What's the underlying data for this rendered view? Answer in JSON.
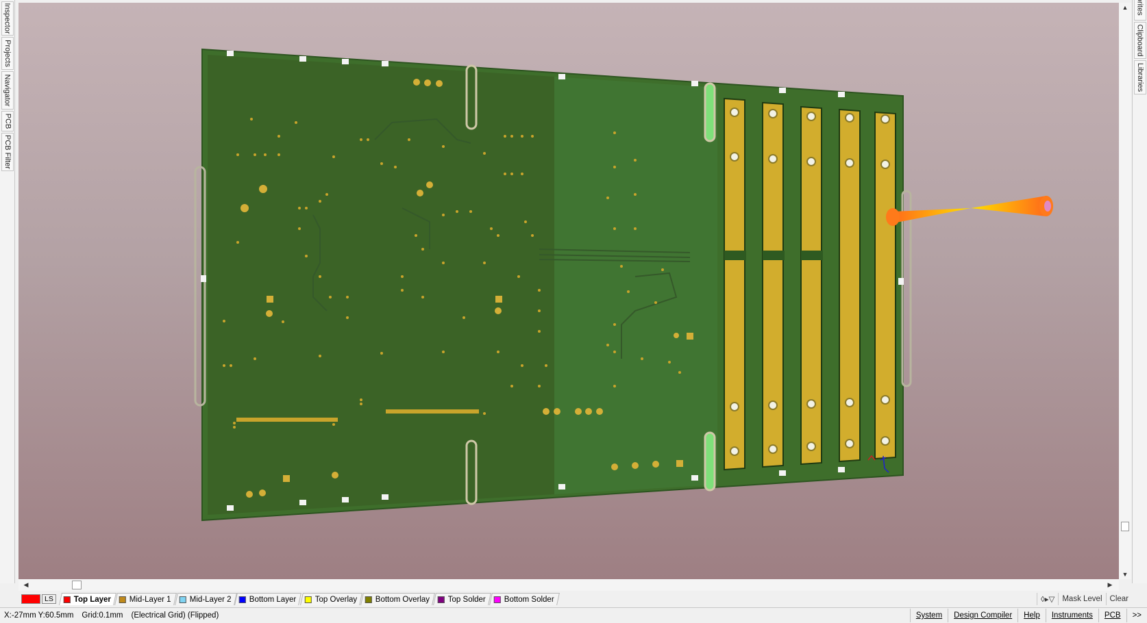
{
  "left_panel": {
    "tabs": [
      "Inspector",
      "Projects",
      "Navigator",
      "PCB",
      "PCB Filter"
    ]
  },
  "right_panel": {
    "tabs": [
      "Favorites",
      "Clipboard",
      "Libraries"
    ]
  },
  "viewport": {
    "background_top": "#c5b3b6",
    "background_bottom": "#9e7f83",
    "board_color": "#3f6b2c",
    "pad_color": "#c9a42b",
    "highlight_color": "#7fe07a",
    "icons": [
      "pcb-board-3d",
      "view-camera-beam-icon",
      "axis-gizmo-icon"
    ]
  },
  "layer_bar": {
    "ls_label": "LS",
    "ls_color": "#ff0000",
    "layers": [
      {
        "label": "Top Layer",
        "color": "#ff0000",
        "active": true
      },
      {
        "label": "Mid-Layer 1",
        "color": "#c08a1a",
        "active": false
      },
      {
        "label": "Mid-Layer 2",
        "color": "#7fd3f2",
        "active": false
      },
      {
        "label": "Bottom Layer",
        "color": "#0000ff",
        "active": false
      },
      {
        "label": "Top Overlay",
        "color": "#ffff00",
        "active": false
      },
      {
        "label": "Bottom Overlay",
        "color": "#808000",
        "active": false
      },
      {
        "label": "Top Solder",
        "color": "#800080",
        "active": false
      },
      {
        "label": "Bottom Solder",
        "color": "#ff00ff",
        "active": false
      }
    ],
    "mask_level": "Mask Level",
    "clear": "Clear"
  },
  "status_bar": {
    "coordinates": "X:-27mm Y:60.5mm",
    "grid": "Grid:0.1mm",
    "grid_mode": "(Electrical Grid) (Flipped)",
    "buttons": [
      "System",
      "Design Compiler",
      "Help",
      "Instruments",
      "PCB"
    ],
    "more": ">>"
  }
}
